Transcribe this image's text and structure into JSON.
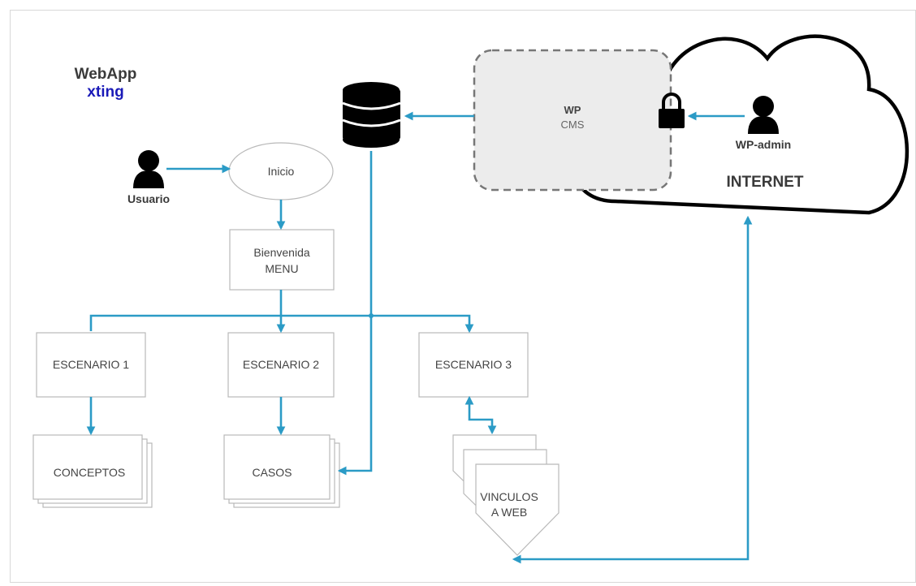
{
  "brand": {
    "line1": "WebApp",
    "line2": "xting",
    "line2_color": "#1a1ab8"
  },
  "colors": {
    "connector": "#2b9bc6",
    "box_border": "#b9b9b9",
    "cms_fill": "#ececec",
    "text": "#444444"
  },
  "actors": {
    "user": {
      "label": "Usuario",
      "icon": "user-icon"
    },
    "admin": {
      "label": "WP-admin",
      "icon": "user-icon"
    }
  },
  "nodes": {
    "inicio": "Inicio",
    "bienvenida": {
      "line1": "Bienvenida",
      "line2": "MENU"
    },
    "escenario1": "ESCENARIO 1",
    "escenario2": "ESCENARIO 2",
    "escenario3": "ESCENARIO 3",
    "conceptos": "CONCEPTOS",
    "casos": "CASOS",
    "vinculos": {
      "line1": "VINCULOS",
      "line2": "A WEB"
    }
  },
  "cms": {
    "line1": "WP",
    "line2": "CMS"
  },
  "internet": {
    "label": "INTERNET"
  },
  "icons": {
    "database": "database-icon",
    "lock": "lock-icon",
    "cloud": "cloud-shape"
  }
}
